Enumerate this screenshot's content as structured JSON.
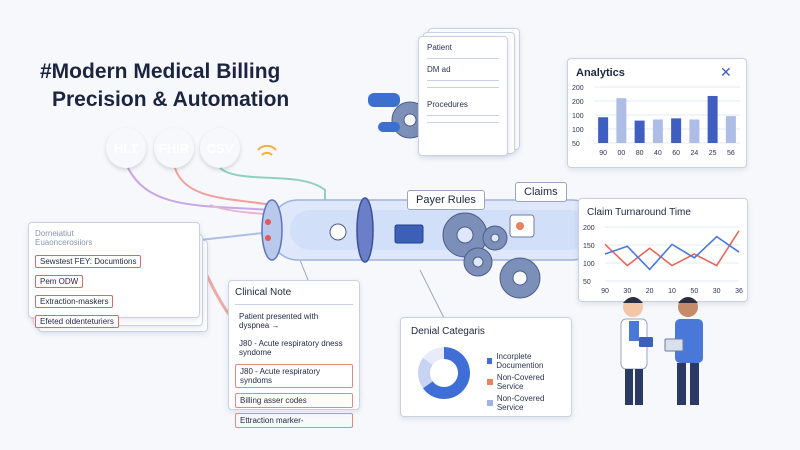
{
  "title": {
    "line1": "#Modern Medical Billing",
    "line2": "Precision & Automation"
  },
  "sources": [
    {
      "label": "HLT",
      "color": "#4a86e8"
    },
    {
      "label": "FHIR",
      "color": "#ec6a5a"
    },
    {
      "label": "CSV",
      "color": "#2bb3a8"
    }
  ],
  "doc_stack": {
    "lines": [
      "Patient",
      "Procedures"
    ],
    "short": "DM ad"
  },
  "left_doc": {
    "tags": [
      "Sewstest FEY: Documtions",
      "Pem ODW",
      "Extraction-maskers",
      "Efeted oldenteturiers"
    ],
    "top_lines": [
      "Dorneiatiut",
      "Euaoncerosiiors"
    ]
  },
  "clinical_note": {
    "title": "Clinical Note",
    "lines": [
      "Patient presented with dyspnea →",
      "J80 - Acute respiratory dness syndome",
      "J80 - Acute respiratory syndoms",
      "Billing asser codes",
      "Ettraction marker-"
    ]
  },
  "labels": {
    "payer_rules": "Payer Rules",
    "claims": "Claims"
  },
  "analytics": {
    "title": "Analytics",
    "chart_data": {
      "type": "bar",
      "categories": [
        "90",
        "00",
        "80",
        "40",
        "60",
        "24",
        "25",
        "56"
      ],
      "series": [
        {
          "values": [
            115,
            60,
            100,
            105,
            110,
            105,
            210,
            120
          ]
        },
        {
          "values": [
            0,
            200,
            0,
            0,
            0,
            0,
            0,
            0
          ]
        }
      ],
      "ylim": [
        0,
        250
      ],
      "yticks": [
        200,
        200,
        100,
        100,
        50
      ]
    }
  },
  "turnaround": {
    "title": "Claim Turnaround Time",
    "chart_data": {
      "type": "line",
      "categories": [
        "90",
        "30",
        "20",
        "10",
        "50",
        "30",
        "36"
      ],
      "series": [
        {
          "color": "#e2685b",
          "values": [
            175,
            120,
            165,
            120,
            150,
            120,
            210
          ]
        },
        {
          "color": "#4a78d8",
          "values": [
            150,
            170,
            110,
            175,
            140,
            195,
            155
          ]
        }
      ],
      "ylim": [
        80,
        220
      ],
      "yticks": [
        200,
        150,
        100,
        50
      ]
    }
  },
  "denials": {
    "title": "Denial Categaris",
    "legend": [
      {
        "label": "Incorplete Documention",
        "color": "#3f6fd6"
      },
      {
        "label": "Non-Covered Service",
        "color": "#e7835e"
      },
      {
        "label": "Non-Covered Service",
        "color": "#9fb4e6"
      }
    ],
    "chart_data": {
      "type": "pie",
      "values": [
        65,
        20,
        15
      ],
      "colors": [
        "#3f6fd6",
        "#c7d3f2",
        "#e7ecf8"
      ]
    }
  }
}
